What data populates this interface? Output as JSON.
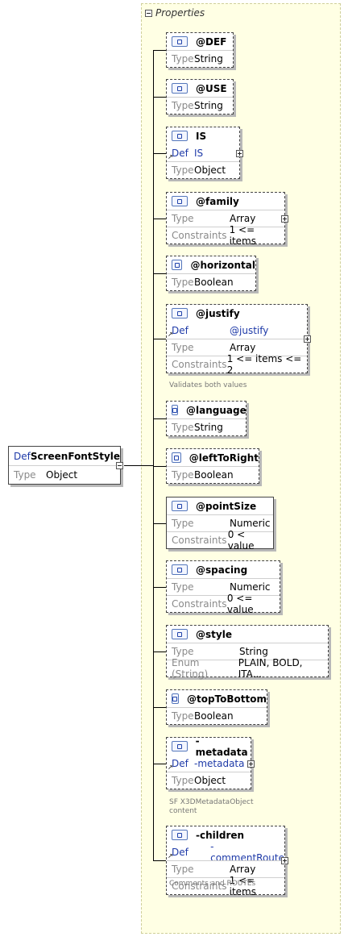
{
  "root": {
    "def_label": "Def",
    "name": "ScreenFontStyle",
    "type_label": "Type",
    "type_value": "Object"
  },
  "properties": {
    "title": "Properties",
    "items": [
      {
        "name": "@DEF",
        "rows": [
          {
            "key": "Type",
            "value": "String"
          }
        ]
      },
      {
        "name": "@USE",
        "rows": [
          {
            "key": "Type",
            "value": "String"
          }
        ]
      },
      {
        "name": "IS",
        "def": "IS",
        "rows": [
          {
            "key": "Type",
            "value": "Object"
          }
        ]
      },
      {
        "name": "@family",
        "rows": [
          {
            "key": "Type",
            "value": "Array"
          },
          {
            "key": "Constraints",
            "value": "1 <= items"
          }
        ]
      },
      {
        "name": "@horizontal",
        "rows": [
          {
            "key": "Type",
            "value": "Boolean"
          }
        ]
      },
      {
        "name": "@justify",
        "def": "@justify",
        "rows": [
          {
            "key": "Type",
            "value": "Array"
          },
          {
            "key": "Constraints",
            "value": "1 <= items <= 2"
          }
        ],
        "note": "Validates both values"
      },
      {
        "name": "@language",
        "rows": [
          {
            "key": "Type",
            "value": "String"
          }
        ]
      },
      {
        "name": "@leftToRight",
        "rows": [
          {
            "key": "Type",
            "value": "Boolean"
          }
        ]
      },
      {
        "name": "@pointSize",
        "rows": [
          {
            "key": "Type",
            "value": "Numeric"
          },
          {
            "key": "Constraints",
            "value": "0 < value"
          }
        ]
      },
      {
        "name": "@spacing",
        "rows": [
          {
            "key": "Type",
            "value": "Numeric"
          },
          {
            "key": "Constraints",
            "value": "0 <= value"
          }
        ]
      },
      {
        "name": "@style",
        "rows": [
          {
            "key": "Type",
            "value": "String"
          },
          {
            "key": "Enum (String)",
            "value": "PLAIN, BOLD, ITA..."
          }
        ]
      },
      {
        "name": "@topToBottom",
        "rows": [
          {
            "key": "Type",
            "value": "Boolean"
          }
        ]
      },
      {
        "name": "-metadata",
        "def": "-metadata",
        "rows": [
          {
            "key": "Type",
            "value": "Object"
          }
        ],
        "note": "SF X3DMetadataObject content"
      },
      {
        "name": "-children",
        "def": "-commentRoute",
        "rows": [
          {
            "key": "Type",
            "value": "Array"
          },
          {
            "key": "Constraints",
            "value": "1 <= items"
          }
        ],
        "note": "Comments and ROUTEs"
      }
    ],
    "def_label": "Def"
  }
}
